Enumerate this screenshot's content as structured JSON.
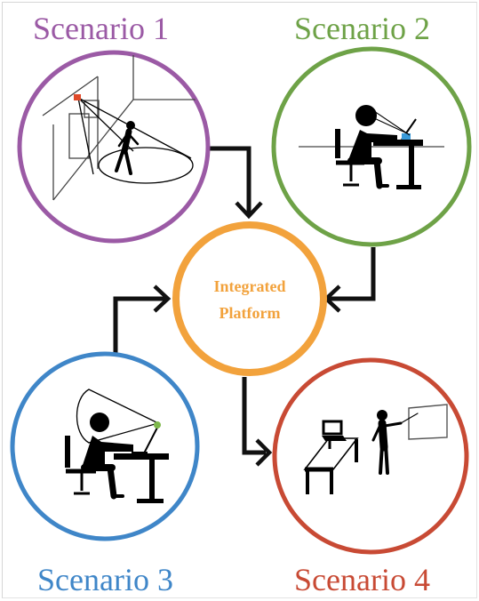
{
  "scenarios": [
    {
      "label": "Scenario 1",
      "color": "#9b5aa5"
    },
    {
      "label": "Scenario 2",
      "color": "#6ea247"
    },
    {
      "label": "Scenario 3",
      "color": "#3f86c8"
    },
    {
      "label": "Scenario 4",
      "color": "#c84a34"
    }
  ],
  "center": {
    "line1": "Integrated",
    "line2": "Platform",
    "color": "#f2a23c"
  },
  "colors": {
    "arrow": "#111111",
    "pictogram": "#000000",
    "camera": "#e04a2a",
    "laptop_screen": "#3a9ad9",
    "gaze_target": "#7db84a"
  }
}
